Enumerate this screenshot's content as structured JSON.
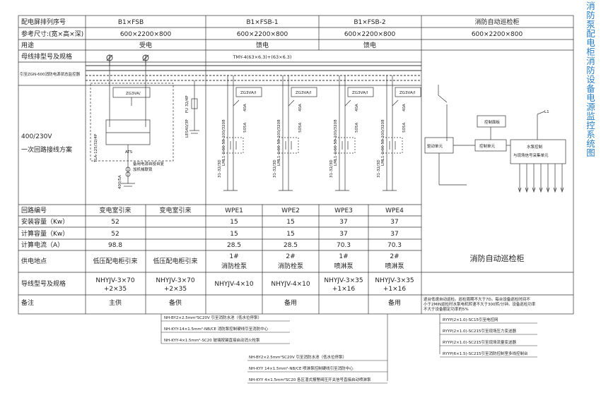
{
  "side_title": "消防泵配电柜消防设备电源监控系统图",
  "header": {
    "row_label": "配电屏排列序号",
    "cols": [
      "B1×FSB",
      "B1×FSB-1",
      "B1×FSB-2",
      "消防自动巡检柜"
    ],
    "size_label": "参考尺寸:(宽×高×深)",
    "size": "600×2200×800",
    "use_label": "用途",
    "use_values": [
      "受电",
      "馈电",
      "馈电"
    ],
    "busbar_label": "母线排型号及规格",
    "busbar_spec": "TMY-4(63×6.3)+(63×6.3)"
  },
  "circuit": {
    "monitor_note": "引至ZGN-600消防电源状态监控器",
    "voltage_label": "400/230V",
    "scheme_label": "一次回路接线方案",
    "zg_label": "ZG3VA/",
    "zg_label_i": "ZG3VA/I",
    "tla_label": "TLA-125/32/4P",
    "ats_label": "ATS",
    "ats_note1": "备用电源自投自复",
    "ats_note2": "加机械联锁",
    "ct_label": "400/5A",
    "fu_label": "FU 32/4P",
    "les_label": "LES40/3P",
    "breaker_label": "LML1-0.66 58-100/3208",
    "ct40": "40A",
    "ct505": "505A",
    "contactor": "31-32/3D",
    "panel_label": "控制面板",
    "drive_label": "驱动单元",
    "ctrl_label": "控制单元",
    "pump_ctrl1": "水泵控制",
    "pump_ctrl2": "与现场信号采集单元",
    "l1_label": "L1"
  },
  "table": {
    "labels": [
      "回路编号",
      "安装容量（Kw）",
      "计算容量（Kw）",
      "计算电流（A）",
      "供电地点",
      "导线型号及规格",
      "备注"
    ],
    "loop_first": [
      "变电室引来",
      "变电室引来"
    ],
    "loops": [
      "WPE1",
      "WPE2",
      "WPE3",
      "WPE4"
    ],
    "install_first": "52",
    "install": [
      "15",
      "15",
      "37",
      "37"
    ],
    "calc_first": "52",
    "calc": [
      "15",
      "15",
      "37",
      "37"
    ],
    "current_first": "98.8",
    "current": [
      "28.5",
      "28.5",
      "70.3",
      "70.3"
    ],
    "supply_first": [
      "低压配电柜引来",
      "低压配电柜引来"
    ],
    "supply_num": [
      "1#",
      "2#",
      "1#",
      "2#"
    ],
    "supply_name": [
      "消防栓泵",
      "消防栓泵",
      "喷淋泵",
      "喷淋泵"
    ],
    "wire_first_a": "NHYJV-3×70",
    "wire_first_b": "+2×35",
    "wire_a": [
      "NHYJV-4×10",
      "NHYJV-4×10",
      "NHYJV-3×35",
      "NHYJV-3×35"
    ],
    "wire_b": [
      "",
      "",
      "+1×16",
      "+1×16"
    ],
    "remark": [
      "主供",
      "备供",
      "备用",
      "备用"
    ],
    "auto_patrol": "消防自动巡检柜",
    "patrol_note": [
      "逐台低速自动巡检。巡检周期不大于7D。每台设备巡检时间不",
      "小于2MIN巡检时水泵电机转速不大于300转/分钟。设备巡检功率",
      "不大于设备额定功率的5%"
    ]
  },
  "notes_left": [
    "NH-BY2×2.5mm²SC20V 引至消防水池（低水位停泵）",
    "NH-KYY-14×1.5mm²-NB/CE 消防泵控制硬线引至消防中心",
    "NH-KYY-4×1.5mm²-SC20 玻璃按键直接启动消火栓泵"
  ],
  "notes_mid": [
    "NH-BY2×2.5mm²SC20V 引至消防水池（低水位停泵）",
    "NH-KYY 14×1.5mm²-NB/CE 喷淋泵控制硬线引至消防中心",
    "NH-KYY 4×1.5mm²SC20 各区湿式报警阀压开关信号直接启动喷淋泵"
  ],
  "notes_right": [
    "RYYP(2×1.0)-SC15引至电控网",
    "RYYP(2×1.0)-SC215引至现场压力变送器",
    "RYYP(2×1.0)-SC215引至现场流量变送器",
    "RYYP(6×1.5)-SC215引至消防控制室多线控制台"
  ]
}
